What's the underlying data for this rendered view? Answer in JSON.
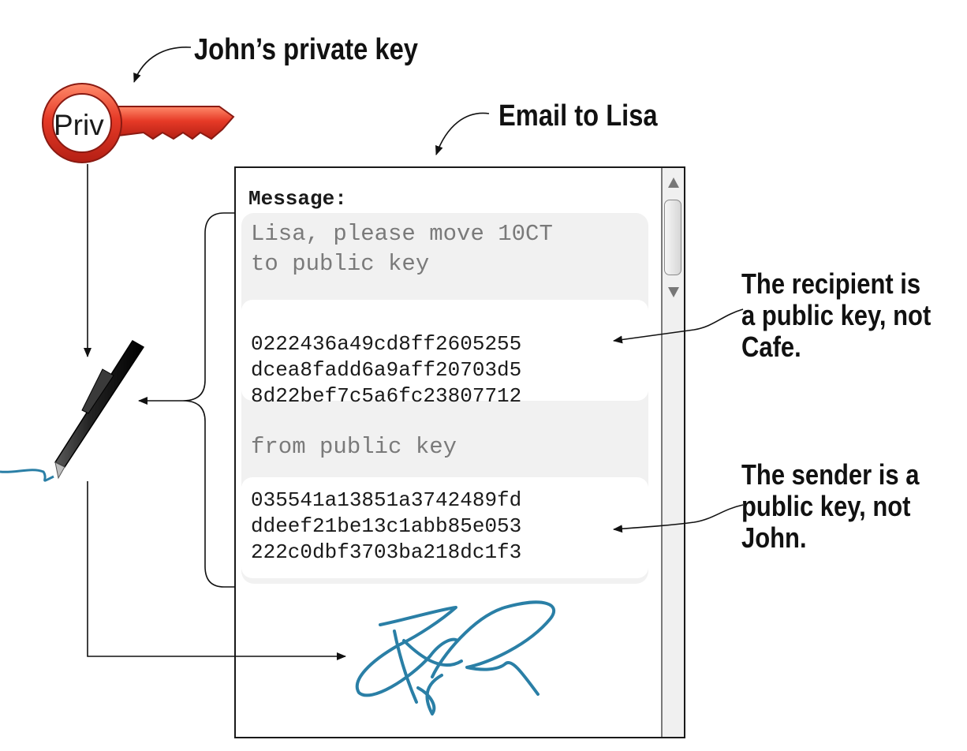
{
  "labels": {
    "private_key": "John’s private key",
    "email": "Email to Lisa",
    "recipient_note": [
      "The recipient is",
      "a public key, not",
      "Cafe."
    ],
    "sender_note": [
      "The sender is a",
      "public key, not",
      "John."
    ]
  },
  "key": {
    "text": "Priv",
    "color": "#e23c2a"
  },
  "email": {
    "field_label": "Message:",
    "message_lines": [
      "Lisa, please move 10CT",
      "to public key"
    ],
    "recipient_key_lines": [
      "0222436a49cd8ff2605255",
      "dcea8fadd6a9aff20703d5",
      "8d22bef7c5a6fc23807712"
    ],
    "from_line": "from public key",
    "sender_key_lines": [
      "035541a13851a3742489fd",
      "ddeef21be13c1abb85e053",
      "222c0dbf3703ba218dc1f3"
    ]
  },
  "icons": [
    "key-icon",
    "pen-icon",
    "signature-icon",
    "scroll-up-icon",
    "scroll-down-icon"
  ],
  "colors": {
    "signature": "#2a7fa6",
    "ink_line": "#2a7fa6"
  }
}
